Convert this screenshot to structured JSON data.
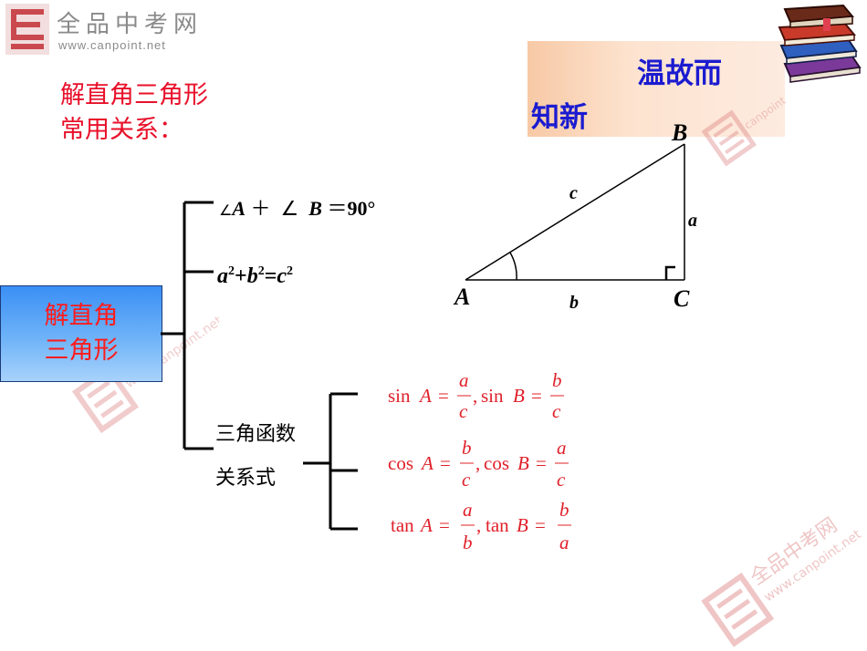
{
  "logo": {
    "chars": "全品中考网",
    "url": "www.canpoint.net"
  },
  "title": {
    "line1": "解直角三角形",
    "line2": "常用关系："
  },
  "banner": {
    "line1": "温故而",
    "line2": "知新"
  },
  "box": {
    "line1": "解直角",
    "line2": "三角形"
  },
  "relations": {
    "angle_sum": {
      "angle_a": "A",
      "plus": "＋",
      "angle_b": "B",
      "equals": "＝",
      "value": "90°"
    },
    "pythagoras": {
      "a": "a",
      "b": "b",
      "c": "c",
      "exp": "2"
    },
    "trig_label_line1": "三角函数",
    "trig_label_line2": "关系式"
  },
  "trig": {
    "sin": {
      "fn": "sin",
      "A": "A",
      "B": "B",
      "numA": "a",
      "denA": "c",
      "numB": "b",
      "denB": "c"
    },
    "cos": {
      "fn": "cos",
      "A": "A",
      "B": "B",
      "numA": "b",
      "denA": "c",
      "numB": "a",
      "denB": "c"
    },
    "tan": {
      "fn": "tan",
      "A": "A",
      "B": "B",
      "numA": "a",
      "denA": "b",
      "numB": "b",
      "denB": "a"
    }
  },
  "triangle": {
    "vertexA": "A",
    "vertexB": "B",
    "vertexC": "C",
    "sideA": "a",
    "sideB": "b",
    "sideC": "c"
  },
  "colors": {
    "red": "#e8102a",
    "blue": "#1b1bd0",
    "box_blue": "#3b8ff5"
  }
}
